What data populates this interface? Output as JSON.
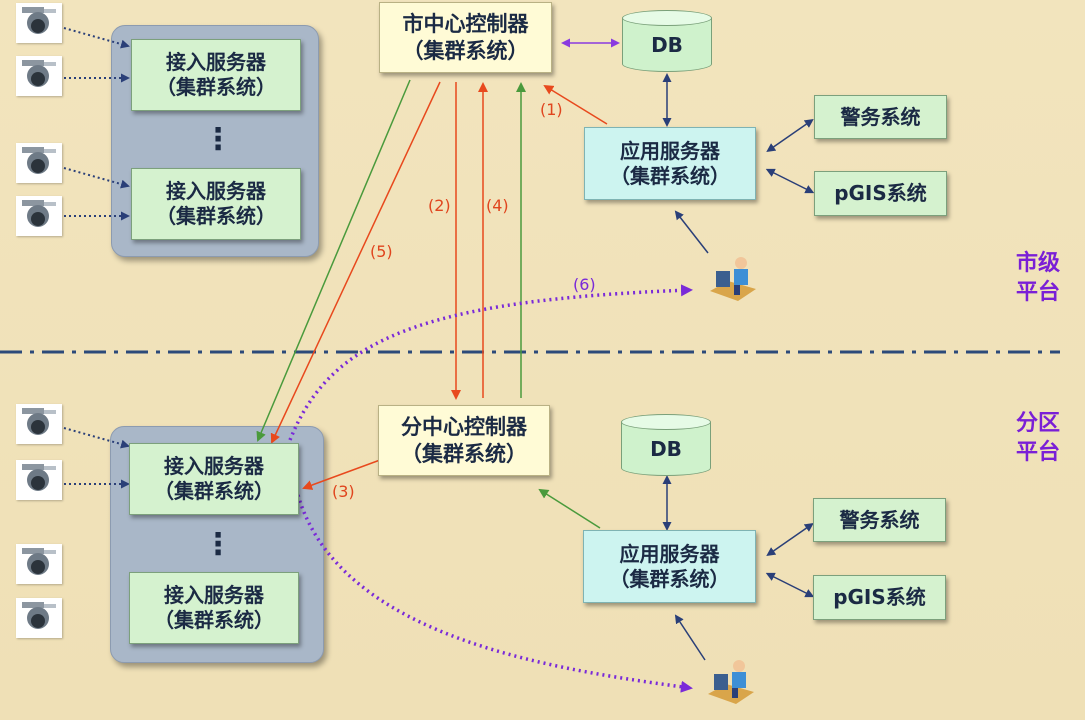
{
  "nodes": {
    "city_controller": {
      "line1": "市中心控制器",
      "line2": "（集群系统）"
    },
    "city_db": {
      "label": "DB"
    },
    "city_app_server": {
      "line1": "应用服务器",
      "line2": "（集群系统）"
    },
    "city_police": {
      "label": "警务系统"
    },
    "city_pgis": {
      "label": "pGIS系统"
    },
    "city_access_1": {
      "line1": "接入服务器",
      "line2": "（集群系统）"
    },
    "city_access_2": {
      "line1": "接入服务器",
      "line2": "（集群系统）"
    },
    "district_controller": {
      "line1": "分中心控制器",
      "line2": "（集群系统）"
    },
    "district_db": {
      "label": "DB"
    },
    "district_app_server": {
      "line1": "应用服务器",
      "line2": "（集群系统）"
    },
    "district_police": {
      "label": "警务系统"
    },
    "district_pgis": {
      "label": "pGIS系统"
    },
    "district_access_1": {
      "line1": "接入服务器",
      "line2": "（集群系统）"
    },
    "district_access_2": {
      "line1": "接入服务器",
      "line2": "（集群系统）"
    }
  },
  "ellipsis": "⋮",
  "step_labels": {
    "s1": "(1)",
    "s2": "(2)",
    "s3": "(3)",
    "s4": "(4)",
    "s5": "(5)",
    "s6": "(6)"
  },
  "regions": {
    "city": {
      "line1": "市级",
      "line2": "平台"
    },
    "district": {
      "line1": "分区",
      "line2": "平台"
    }
  },
  "colors": {
    "red": "#e8491d",
    "green": "#4a9a3c",
    "purple": "#7a2ad8",
    "navy": "#2a3f78",
    "divider": "#2c4a7a"
  },
  "icons": [
    "camera-icon",
    "user-workstation-icon",
    "database-icon"
  ]
}
